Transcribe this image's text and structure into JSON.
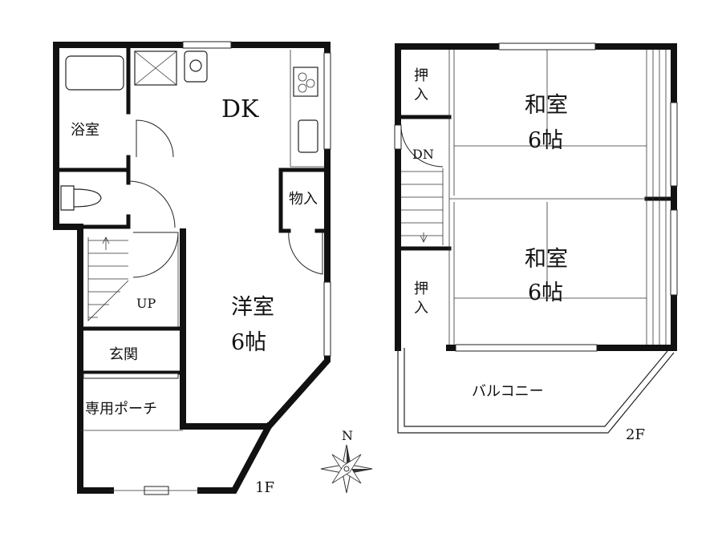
{
  "floor1": {
    "label": "1F",
    "rooms": {
      "bath": "浴室",
      "dk": "DK",
      "storage": "物入",
      "western_line1": "洋室",
      "western_line2": "6帖",
      "up": "UP",
      "entrance": "玄関",
      "porch": "専用ポーチ"
    }
  },
  "floor2": {
    "label": "2F",
    "rooms": {
      "closet_top_line1": "押",
      "closet_top_line2": "入",
      "closet_bottom_line1": "押",
      "closet_bottom_line2": "入",
      "down": "DN",
      "japanese_top_line1": "和室",
      "japanese_top_line2": "6帖",
      "japanese_bottom_line1": "和室",
      "japanese_bottom_line2": "6帖",
      "balcony": "バルコニー"
    }
  },
  "compass": {
    "north_label": "N"
  }
}
